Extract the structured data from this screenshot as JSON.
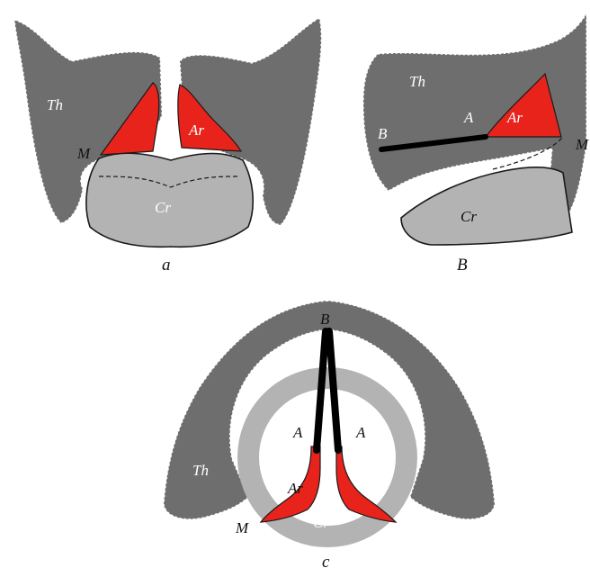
{
  "figure": {
    "panel_a": {
      "caption": "a",
      "labels": {
        "thyroid": "Th",
        "arytenoid": "Ar",
        "muscular_process": "M",
        "cricoid": "Cr"
      }
    },
    "panel_b": {
      "caption": "B",
      "labels": {
        "thyroid": "Th",
        "arytenoid": "Ar",
        "cricoid": "Cr",
        "point_a": "A",
        "point_b": "B",
        "muscular_process": "M"
      }
    },
    "panel_c": {
      "caption": "c",
      "labels": {
        "point_b": "B",
        "cord_left": "A",
        "cord_right": "A",
        "thyroid": "Th",
        "arytenoid": "Ar",
        "cricoid": "Cr",
        "muscular_process": "M"
      }
    }
  },
  "colors": {
    "thyroid": "#6e6e6e",
    "cricoid": "#b3b3b3",
    "arytenoid": "#e8231c",
    "cord": "#000000"
  }
}
